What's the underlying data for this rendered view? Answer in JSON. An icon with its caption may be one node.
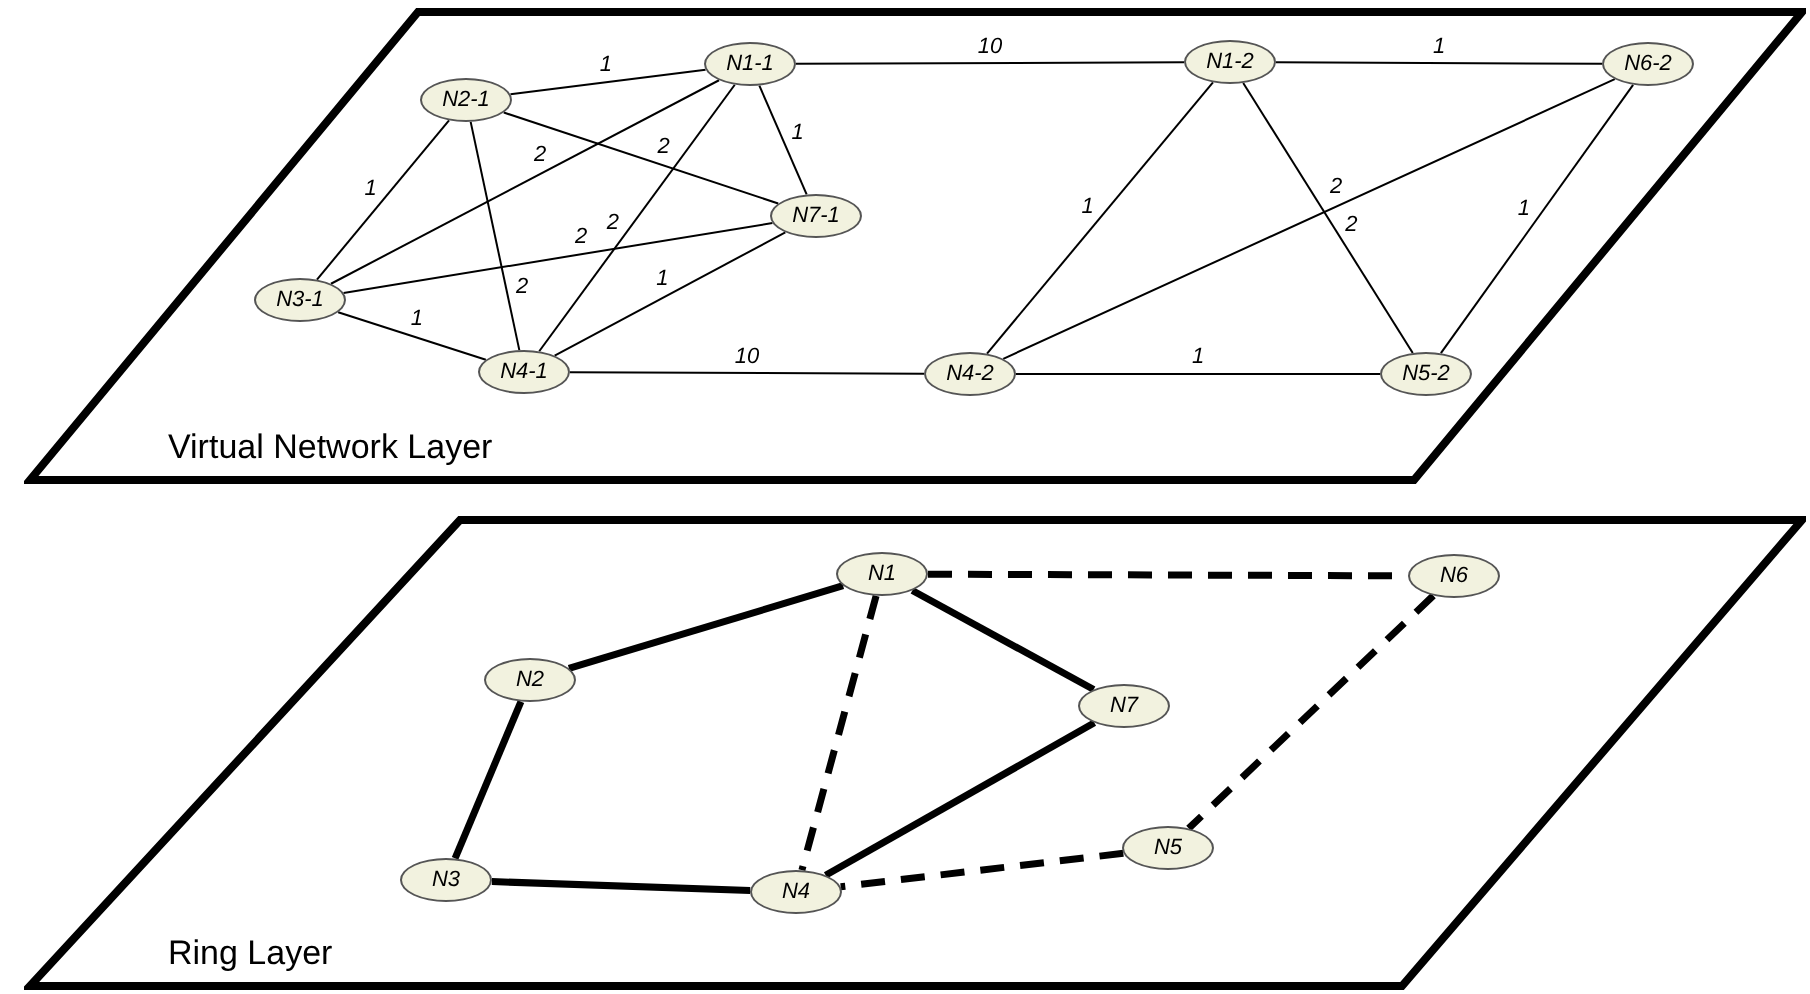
{
  "diagram": {
    "nodes": [
      {
        "text": [
          "Virtual Network Layer"
        ]
      },
      {
        "text": [
          "N1-1"
        ],
        "in": 0
      },
      {
        "text": [
          "N2-1"
        ],
        "in": 0
      },
      {
        "text": [
          "N3-1"
        ],
        "in": 0
      },
      {
        "text": [
          "N4-1"
        ],
        "in": 0
      },
      {
        "text": [
          "N7-1"
        ],
        "in": 0
      },
      {
        "text": [
          "N1-2"
        ],
        "in": 0
      },
      {
        "text": [
          "N6-2"
        ],
        "in": 0
      },
      {
        "text": [
          "N4-2"
        ],
        "in": 0
      },
      {
        "text": [
          "N5-2"
        ],
        "in": 0
      },
      {
        "text": [
          "Ring Layer"
        ]
      },
      {
        "text": [
          "N1"
        ],
        "in": 10
      },
      {
        "text": [
          "N2"
        ],
        "in": 10
      },
      {
        "text": [
          "N3"
        ],
        "in": 10
      },
      {
        "text": [
          "N4"
        ],
        "in": 10
      },
      {
        "text": [
          "N7"
        ],
        "in": 10
      },
      {
        "text": [
          "N6"
        ],
        "in": 10
      },
      {
        "text": [
          "N5"
        ],
        "in": 10
      }
    ],
    "edges": [
      {
        "from": 2,
        "to": 1,
        "arrow": "none",
        "label": "1"
      },
      {
        "from": 2,
        "to": 5,
        "arrow": "none",
        "label": "2"
      },
      {
        "from": 2,
        "to": 3,
        "arrow": "none",
        "label": "1"
      },
      {
        "from": 2,
        "to": 4,
        "arrow": "none",
        "label": "2"
      },
      {
        "from": 3,
        "to": 1,
        "arrow": "none",
        "label": "2"
      },
      {
        "from": 3,
        "to": 5,
        "arrow": "none",
        "label": "2"
      },
      {
        "from": 3,
        "to": 4,
        "arrow": "none",
        "label": "1"
      },
      {
        "from": 4,
        "to": 1,
        "arrow": "none",
        "label": "2"
      },
      {
        "from": 1,
        "to": 5,
        "arrow": "none",
        "label": "1"
      },
      {
        "from": 4,
        "to": 5,
        "arrow": "none",
        "label": "1"
      },
      {
        "from": 1,
        "to": 6,
        "arrow": "none",
        "label": "10"
      },
      {
        "from": 4,
        "to": 8,
        "arrow": "none",
        "label": "10"
      },
      {
        "from": 6,
        "to": 7,
        "arrow": "none",
        "label": "1"
      },
      {
        "from": 8,
        "to": 6,
        "arrow": "none",
        "label": "1"
      },
      {
        "from": 6,
        "to": 9,
        "arrow": "none",
        "label": "2"
      },
      {
        "from": 8,
        "to": 7,
        "arrow": "none",
        "label": "2"
      },
      {
        "from": 8,
        "to": 9,
        "arrow": "none",
        "label": "1"
      },
      {
        "from": 9,
        "to": 7,
        "arrow": "none",
        "label": "1"
      },
      {
        "from": 11,
        "to": 12,
        "arrow": "none",
        "style": "thick"
      },
      {
        "from": 12,
        "to": 13,
        "arrow": "none",
        "style": "thick"
      },
      {
        "from": 13,
        "to": 14,
        "arrow": "none",
        "style": "thick"
      },
      {
        "from": 14,
        "to": 15,
        "arrow": "none",
        "style": "thick"
      },
      {
        "from": 15,
        "to": 11,
        "arrow": "none",
        "style": "thick"
      },
      {
        "from": 11,
        "to": 14,
        "arrow": "none",
        "style": "dashed"
      },
      {
        "from": 11,
        "to": 16,
        "arrow": "none",
        "style": "dashed"
      },
      {
        "from": 16,
        "to": 17,
        "arrow": "none",
        "style": "dashed"
      },
      {
        "from": 17,
        "to": 14,
        "arrow": "none",
        "style": "dashed"
      }
    ]
  }
}
